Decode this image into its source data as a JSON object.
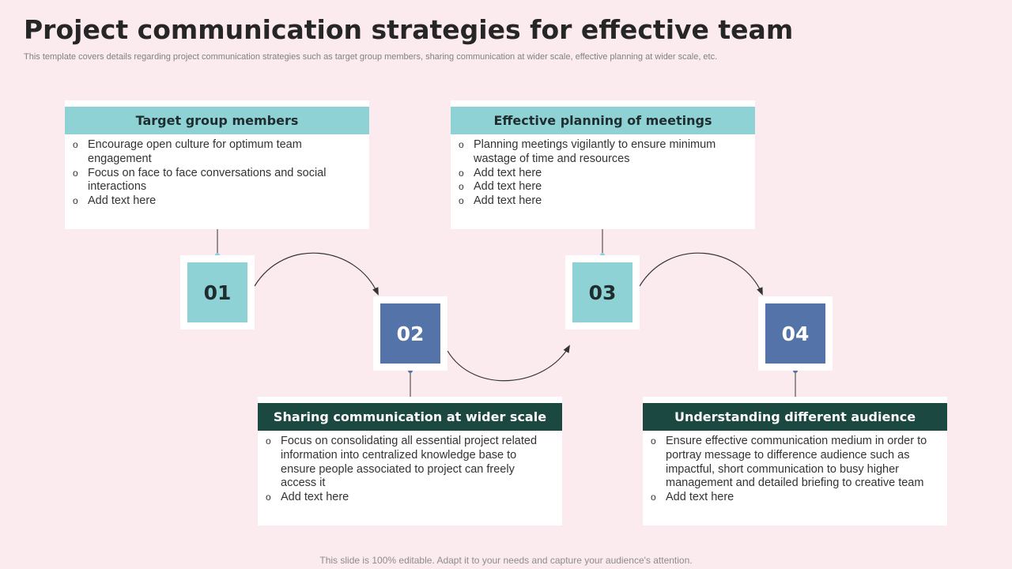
{
  "header": {
    "title": "Project communication strategies for effective team",
    "subtitle": "This template covers details regarding project communication strategies such as target group members, sharing communication at wider scale, effective planning at wider scale, etc."
  },
  "steps": [
    {
      "number": "01",
      "title": "Target group members",
      "bullets": [
        "Encourage open culture for optimum team engagement",
        "Focus on face to face conversations and social interactions",
        "Add text here"
      ]
    },
    {
      "number": "02",
      "title": "Sharing communication  at wider scale",
      "bullets": [
        "Focus on consolidating all essential project related information into centralized knowledge base to ensure people associated to project can freely access it",
        "Add text here"
      ]
    },
    {
      "number": "03",
      "title": "Effective planning  of meetings",
      "bullets": [
        "Planning meetings vigilantly to ensure minimum wastage of time and resources",
        "Add text here",
        "Add text here",
        "Add text here"
      ]
    },
    {
      "number": "04",
      "title": "Understanding different audience",
      "bullets": [
        "Ensure effective communication medium in order to portray message to difference audience such as impactful, short communication to busy higher management and detailed briefing to creative team",
        "Add text here"
      ]
    }
  ],
  "bullet_glyph": "o",
  "footer": {
    "text": "This slide is 100% editable. Adapt it to your needs and capture your audience's attention."
  },
  "colors": {
    "background": "#fcebee",
    "teal": "#8fd2d6",
    "blue": "#5474a9",
    "dark_green": "#1b4841",
    "text": "#262626"
  }
}
